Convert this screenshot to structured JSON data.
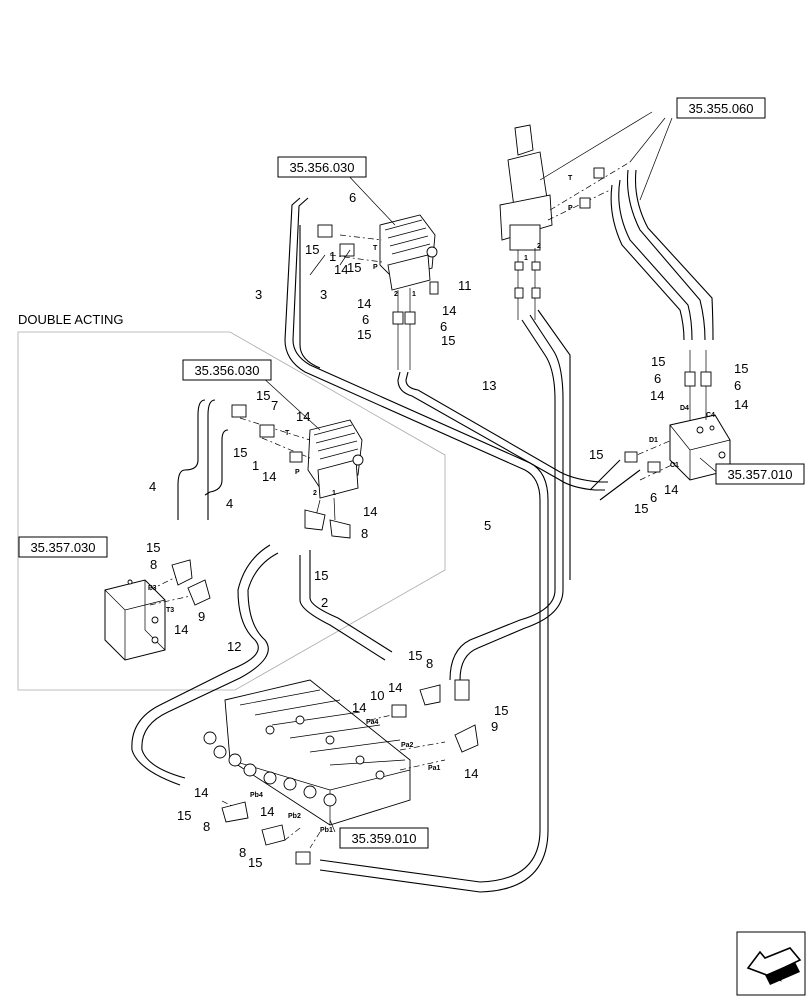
{
  "section_title": "DOUBLE ACTING",
  "references": {
    "ref_top_right": "35.355.060",
    "ref_top_valve": "35.356.030",
    "ref_left_valve": "35.356.030",
    "ref_left_block": "35.357.030",
    "ref_right_block": "35.357.010",
    "ref_main_valve": "35.359.010"
  },
  "callouts": {
    "c1": "1",
    "c2": "2",
    "c3": "3",
    "c4": "4",
    "c5": "5",
    "c6": "6",
    "c7": "7",
    "c8": "8",
    "c9": "9",
    "c10": "10",
    "c11": "11",
    "c12": "12",
    "c13": "13",
    "c14": "14",
    "c15": "15"
  },
  "ports": {
    "T": "T",
    "P": "P",
    "p1": "1",
    "p2": "2",
    "D1": "D1",
    "D4": "D4",
    "C1": "C1",
    "C4": "C4",
    "P3": "P3",
    "T3": "T3",
    "Pa1": "Pa1",
    "Pa2": "Pa2",
    "Pa4": "Pa4",
    "Pb1": "Pb1",
    "Pb2": "Pb2",
    "Pb4": "Pb4"
  },
  "icons": {
    "nav": "arrow-back-icon"
  }
}
